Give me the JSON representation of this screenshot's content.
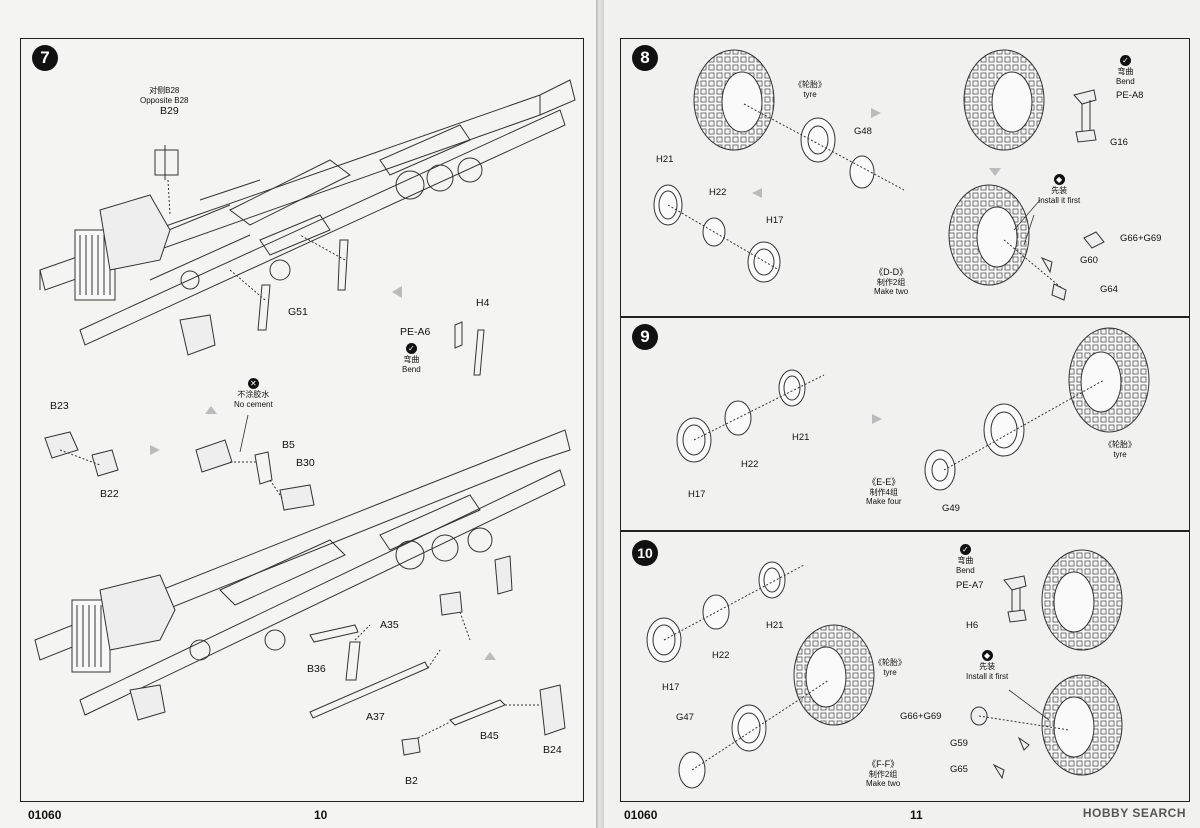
{
  "pages": {
    "left": {
      "step": "7",
      "code": "01060",
      "page_number": "10",
      "notes": {
        "opposite_zh": "对侧B28",
        "opposite_en": "Opposite B28",
        "no_cement_zh": "不涂胶水",
        "no_cement_en": "No cement",
        "bend_zh": "弯曲",
        "bend_en": "Bend"
      },
      "parts": {
        "B29": "B29",
        "G51": "G51",
        "H4": "H4",
        "PEA6": "PE-A6",
        "B23": "B23",
        "B22": "B22",
        "B5": "B5",
        "B30": "B30",
        "A35": "A35",
        "B36": "B36",
        "A37": "A37",
        "B45": "B45",
        "B24": "B24",
        "B2": "B2"
      }
    },
    "right": {
      "code": "01060",
      "page_number": "11",
      "watermark": "HOBBY SEARCH",
      "step8": {
        "step": "8",
        "tyre_zh": "《轮胎》",
        "tyre_en": "tyre",
        "bend_zh": "弯曲",
        "bend_en": "Bend",
        "install_zh": "先装",
        "install_en": "Install it first",
        "sub_title": "《D-D》",
        "make_zh": "制作2组",
        "make_en": "Make two",
        "parts": {
          "G48": "G48",
          "H21": "H21",
          "H22": "H22",
          "H17": "H17",
          "PEA8": "PE-A8",
          "G16": "G16",
          "G6669": "G66+G69",
          "G60": "G60",
          "G64": "G64"
        }
      },
      "step9": {
        "step": "9",
        "tyre_zh": "《轮胎》",
        "tyre_en": "tyre",
        "sub_title": "《E-E》",
        "make_zh": "制作4组",
        "make_en": "Make four",
        "parts": {
          "H21": "H21",
          "H22": "H22",
          "H17": "H17",
          "G49": "G49"
        }
      },
      "step10": {
        "step": "10",
        "tyre_zh": "《轮胎》",
        "tyre_en": "tyre",
        "bend_zh": "弯曲",
        "bend_en": "Bend",
        "install_zh": "先装",
        "install_en": "Install it first",
        "sub_title": "《F-F》",
        "make_zh": "制作2组",
        "make_en": "Make two",
        "parts": {
          "H21": "H21",
          "H22": "H22",
          "H17": "H17",
          "G47": "G47",
          "PEA7": "PE-A7",
          "H6": "H6",
          "G6669": "G66+G69",
          "G59": "G59",
          "G65": "G65"
        }
      }
    }
  }
}
